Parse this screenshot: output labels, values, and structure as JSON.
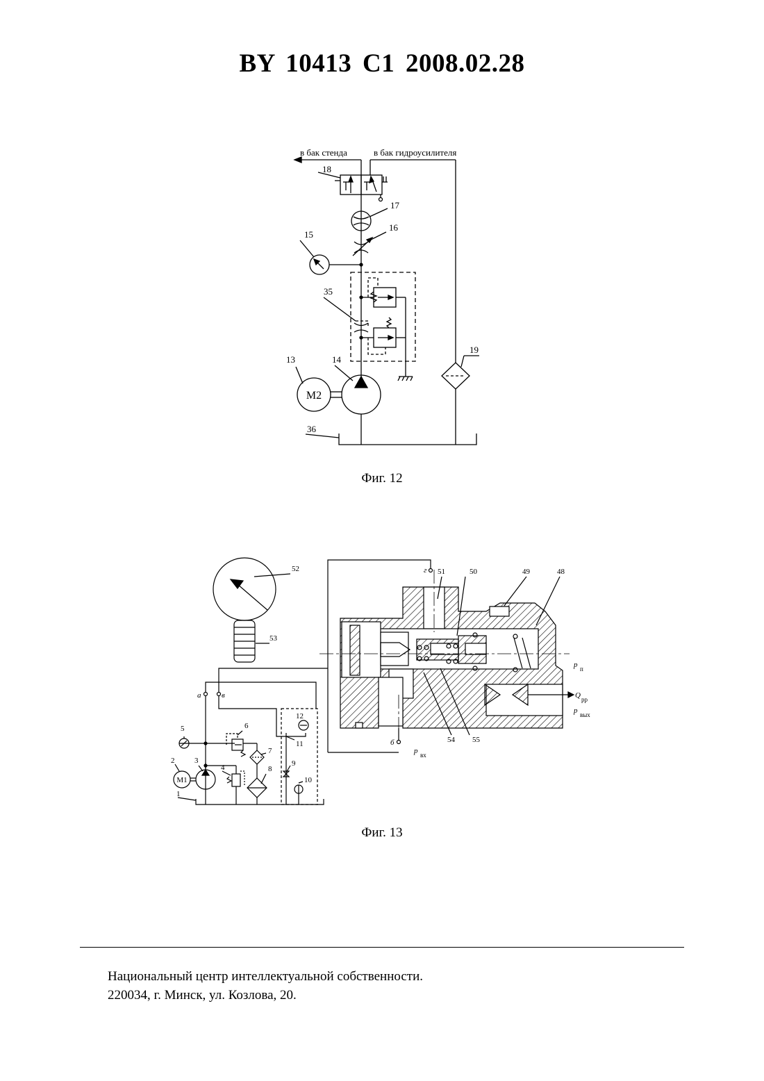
{
  "header": {
    "title": "BY  10413  C1  2008.02.28"
  },
  "fig12": {
    "caption": "Фиг. 12",
    "labels": {
      "tank_stand": "в бак стенда",
      "tank_booster": "в бак гидроусилителя",
      "motor": "M2",
      "n13": "13",
      "n14": "14",
      "n15": "15",
      "n16": "16",
      "n17": "17",
      "n18": "18",
      "n19": "19",
      "n35": "35",
      "n36": "36"
    }
  },
  "fig13": {
    "caption": "Фиг. 13",
    "labels": {
      "n1": "1",
      "n2": "2",
      "n3": "3",
      "n4": "4",
      "n5": "5",
      "n6": "6",
      "n7": "7",
      "n8": "8",
      "n9": "9",
      "n10": "10",
      "n11": "11",
      "n12": "12",
      "n48": "48",
      "n49": "49",
      "n50": "50",
      "n51": "51",
      "n52": "52",
      "n53": "53",
      "n54": "54",
      "n55": "55",
      "motor": "M1",
      "port_a": "а",
      "port_b": "б",
      "port_v": "в",
      "port_g": "г",
      "p_p": "p",
      "p_p_sub": "п",
      "q_rr": "Q",
      "q_rr_sub": "рр",
      "p_out": "p",
      "p_out_sub": "вых",
      "p_in": "p",
      "p_in_sub": "вх"
    }
  },
  "footer": {
    "line1": "Национальный центр интеллектуальной собственности.",
    "line2": "220034, г. Минск, ул. Козлова, 20."
  }
}
